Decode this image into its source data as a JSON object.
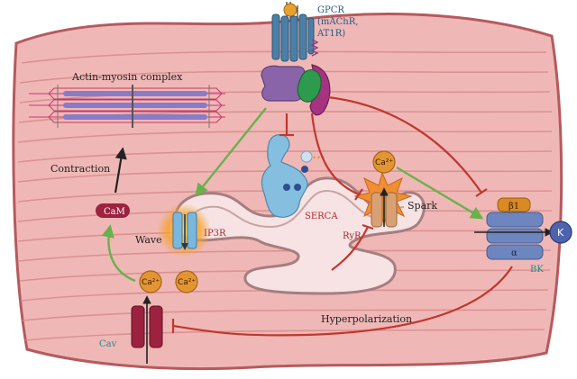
{
  "labels": {
    "gpcr_line1": "GPCR",
    "gpcr_line2": "(mAChR,",
    "gpcr_line3": "AT1R)",
    "actomyosin": "Actin-myosin complex",
    "contraction": "Contraction",
    "cam": "CaM",
    "wave": "Wave",
    "ip3r": "IP3R",
    "serca": "SERCA",
    "ryr": "RyR",
    "spark": "Spark",
    "hyperpolarization": "Hyperpolarization",
    "cav": "Cav",
    "bk": "BK",
    "beta1": "β1",
    "alpha": "α",
    "k_ion": "K",
    "ca_ion": "Ca²⁺",
    "atp": "ATP"
  },
  "colors": {
    "cell_fill": "#efb8b6",
    "cell_stripe": "#d78c8c",
    "cell_border": "#b55a5e",
    "sr_fill": "#f7e3e3",
    "sr_border": "#a67e80",
    "gpcr_blue": "#4a7fa6",
    "g_alpha_purple": "#8a64a8",
    "g_beta_green": "#2e9a4e",
    "g_gamma_magenta": "#a63282",
    "ip3r_blue": "#79b7df",
    "serca_blue": "#84bfe0",
    "ryr_tan": "#d9a074",
    "bk_blue": "#6d86bf",
    "bk_beta_orange": "#d98a23",
    "cav_red": "#9c2240",
    "ca_orange": "#e49533",
    "k_blue": "#4d63ad",
    "arrow_green": "#6ab04c",
    "inhibit_red": "#c1372f"
  }
}
